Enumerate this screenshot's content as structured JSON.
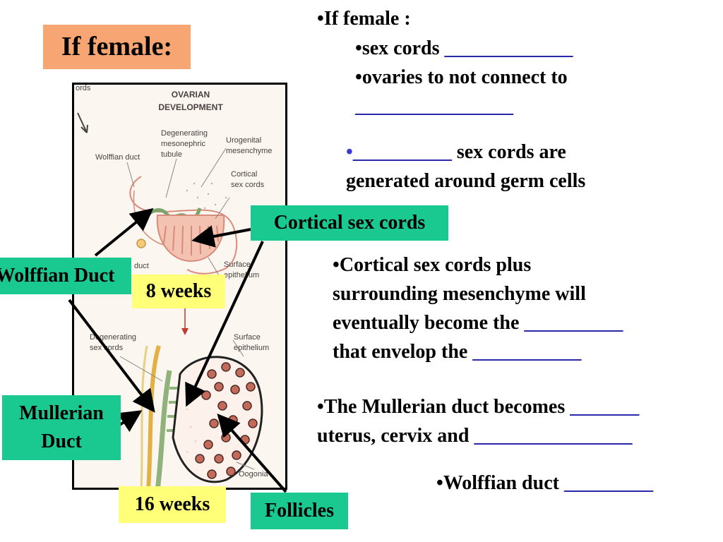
{
  "title": "If female:",
  "notes": {
    "b1": {
      "bullet": "•",
      "text": "If female :"
    },
    "b1a": {
      "bullet": "•",
      "text": "sex cords ",
      "blank": "_____________"
    },
    "b1b": {
      "bullet": "•",
      "text": "ovaries to not connect to"
    },
    "b1c": {
      "blank": "________________"
    },
    "b2": {
      "bullet": "•",
      "blank": "__________",
      "text": " sex cords are",
      "line2": "generated around germ cells"
    },
    "b3": {
      "bullet": "•",
      "line1": "Cortical sex cords plus",
      "line2": "surrounding mesenchyme will",
      "line3a": "eventually become the ",
      "blank3": "__________",
      "line4a": "that envelop the ",
      "blank4": "___________"
    },
    "b4": {
      "bullet": "•",
      "line1a": "The Mullerian duct becomes ",
      "blank1": "_______",
      "line2a": "uterus, cervix and ",
      "blank2": "________________"
    },
    "b5": {
      "bullet": "•",
      "text": "Wolffian duct ",
      "blank": "_________"
    }
  },
  "labels": {
    "cortical": "Cortical sex cords",
    "wolffian": "Wolffian Duct",
    "week8": "8 weeks",
    "mullerian_1": "Mullerian",
    "mullerian_2": "Duct",
    "week16": "16 weeks",
    "follicles": "Follicles"
  },
  "figure": {
    "corner": "ords",
    "heading1": "OVARIAN",
    "heading2": "DEVELOPMENT",
    "degen1": "Degenerating",
    "degen2": "mesonephric",
    "degen3": "tubule",
    "uro1": "Urogenital",
    "uro2": "mesenchyme",
    "wduct": "Wolffian duct",
    "cort1": "Cortical",
    "cort2": "sex cords",
    "duct_frag": "duct",
    "surf1": "Surface",
    "surf2": "epithelium",
    "degen_b1": "Degenerating",
    "degen_b2": "sex cords",
    "surf_b1": "Surface",
    "surf_b2": "epithelium",
    "oogonia": "Oogonia"
  },
  "colors": {
    "title_bg": "#f7a572",
    "label_green": "#19c990",
    "label_yellow": "#ffff78",
    "blank_blue": "#2a2aa8"
  }
}
